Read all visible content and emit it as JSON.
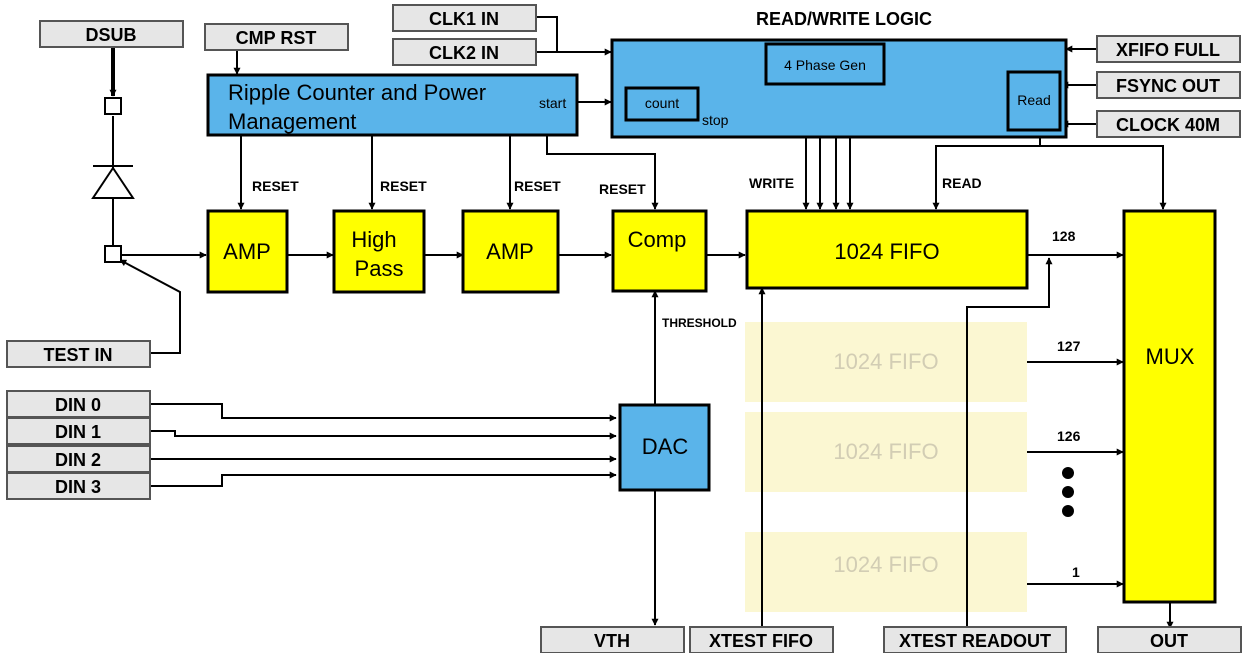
{
  "pins": {
    "dsub": "DSUB",
    "cmp_rst": "CMP RST",
    "clk1_in": "CLK1 IN",
    "clk2_in": "CLK2 IN",
    "xfifo_full": "XFIFO FULL",
    "fsync_out": "FSYNC OUT",
    "clock_40m": "CLOCK 40M",
    "test_in": "TEST IN",
    "din0": "DIN 0",
    "din1": "DIN 1",
    "din2": "DIN 2",
    "din3": "DIN 3",
    "vth": "VTH",
    "xtest_fifo": "XTEST FIFO",
    "xtest_readout": "XTEST READOUT",
    "out": "OUT"
  },
  "rw_logic": {
    "title": "READ/WRITE LOGIC",
    "phase_gen": "4 Phase Gen",
    "count": "count",
    "stop": "stop",
    "read": "Read"
  },
  "ripple": {
    "line1": "Ripple Counter and Power",
    "line2": "Management",
    "start": "start"
  },
  "blocks": {
    "amp1": "AMP",
    "highpass_line1": "High",
    "highpass_line2": "Pass",
    "amp2": "AMP",
    "comp": "Comp",
    "dac": "DAC",
    "fifo_main": "1024 FIFO",
    "fifo_127": "1024 FIFO",
    "fifo_126": "1024 FIFO",
    "fifo_1": "1024 FIFO",
    "mux": "MUX"
  },
  "labels": {
    "reset1": "RESET",
    "reset2": "RESET",
    "reset3": "RESET",
    "reset4": "RESET",
    "write": "WRITE",
    "read": "READ",
    "threshold": "THRESHOLD",
    "ch128": "128",
    "ch127": "127",
    "ch126": "126",
    "ch1": "1"
  },
  "colors": {
    "analog_block": "#ffff00",
    "logic_block": "#5ab4ea",
    "faded_fifo": "#fbf7d2",
    "pin_box": "#e6e6e6"
  }
}
